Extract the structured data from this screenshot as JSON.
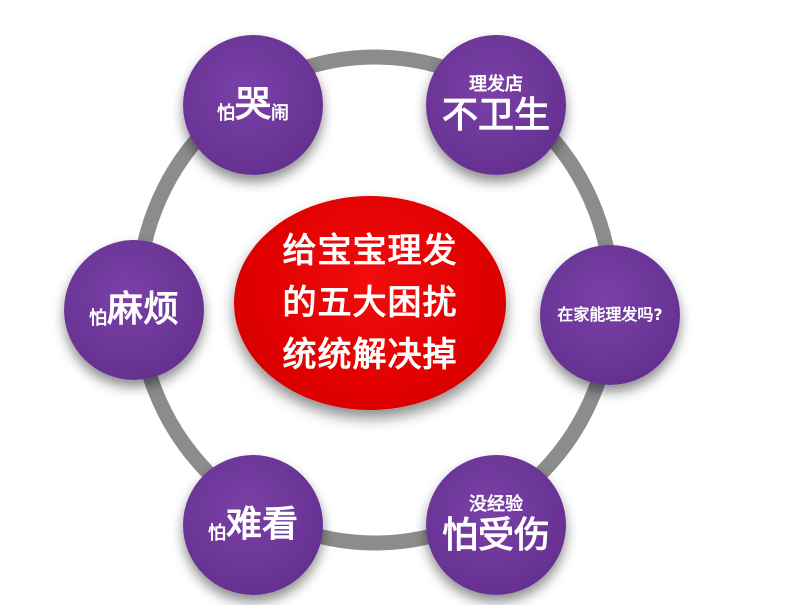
{
  "center": {
    "lines": [
      "给宝宝理发",
      "的五大困扰",
      "统统解决掉"
    ]
  },
  "nodes": {
    "top_left": {
      "small": "怕",
      "big": "哭",
      "small2": "闹"
    },
    "top_right": {
      "small": "理发店",
      "big": "不卫生"
    },
    "right": {
      "text": "在家能理发吗?"
    },
    "bottom_right": {
      "small": "没经验",
      "big": "怕受伤"
    },
    "bottom_left": {
      "small": "怕",
      "big": "难看"
    },
    "left": {
      "small": "怕",
      "big": "麻烦"
    }
  },
  "colors": {
    "center": "#e00000",
    "node": "#6a3496",
    "ring": "#8c8c8c",
    "text": "#ffffff"
  }
}
